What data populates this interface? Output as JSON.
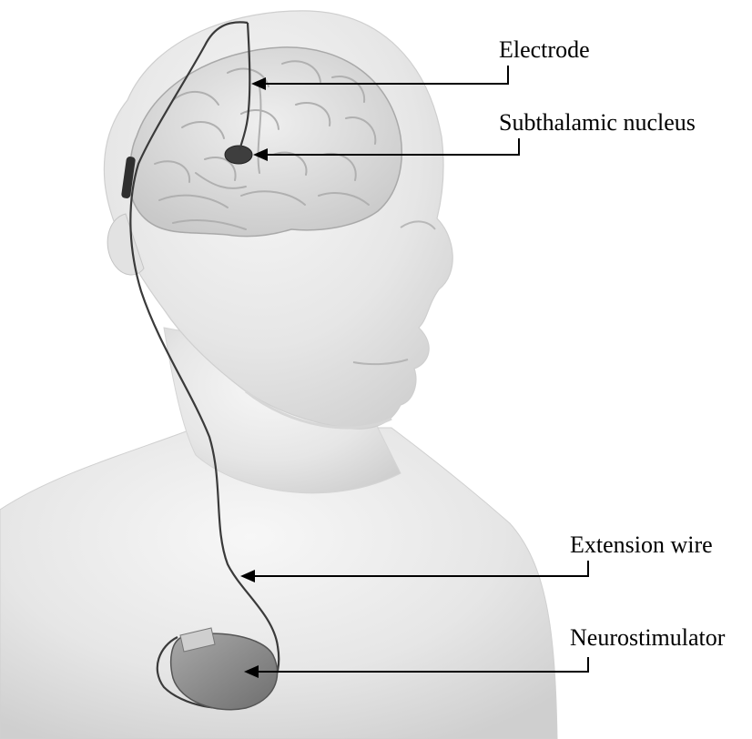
{
  "labels": {
    "electrode": "Electrode",
    "subthalamic_nucleus": "Subthalamic nucleus",
    "extension_wire": "Extension wire",
    "neurostimulator": "Neurostimulator"
  },
  "colors": {
    "background": "#ffffff",
    "body": "#ececec",
    "body_shade": "#d2d2d2",
    "brain": "#dcdcdc",
    "brain_fold": "#b9b9b9",
    "wire": "#3a3a3a",
    "device": "#8a8a8a",
    "nucleus": "#3e3e3e",
    "leader": "#000000"
  }
}
